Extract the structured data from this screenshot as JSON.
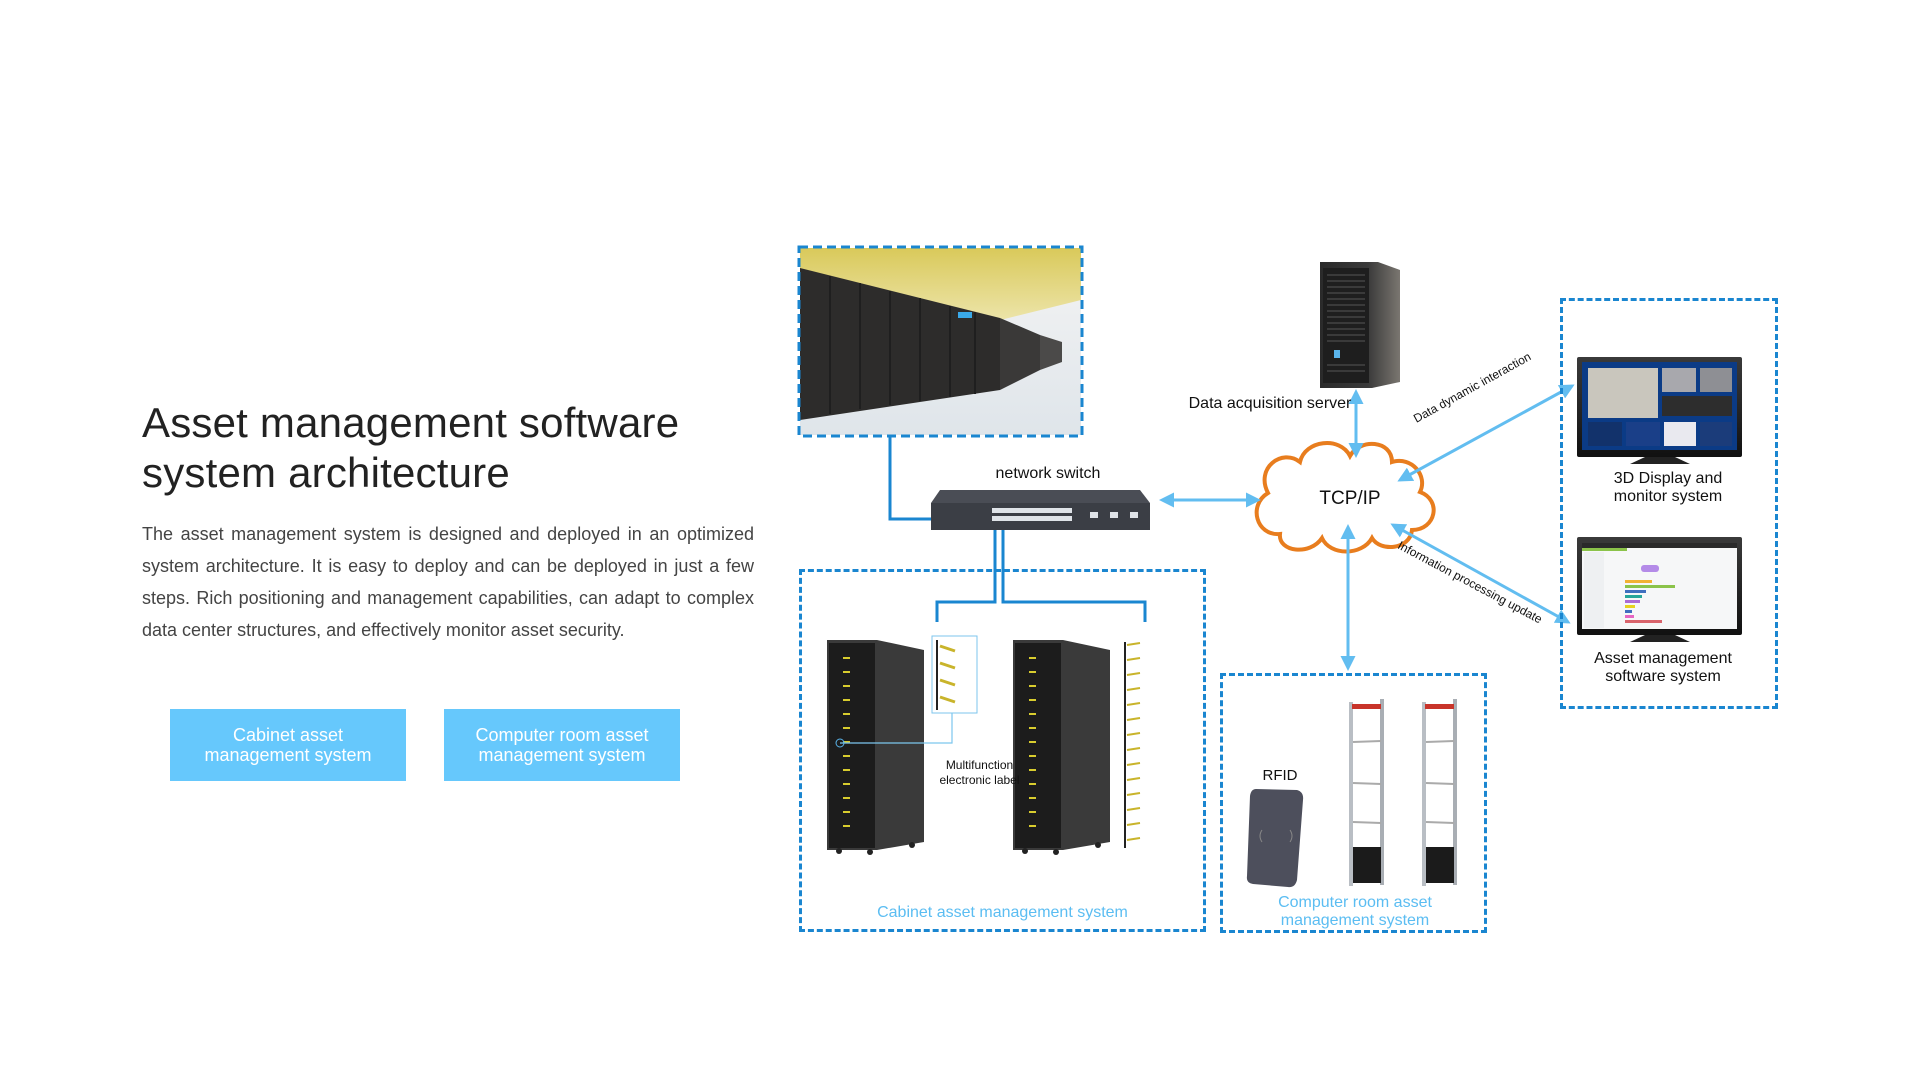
{
  "intro": {
    "title": "Asset management software system architecture",
    "description": "The asset management system is designed and deployed in an optimized system architecture. It is easy to deploy and can be deployed in just a few steps. Rich positioning and management capabilities, can adapt to complex data center structures, and effectively monitor asset security."
  },
  "buttons": {
    "cabinet": "Cabinet asset management system",
    "room": "Computer room asset management system"
  },
  "diagram": {
    "network_switch": "network switch",
    "server": "Data acquisition server",
    "cloud": "TCP/IP",
    "arrow_top_right": "Data dynamic interaction",
    "arrow_bottom_right": "Information processing update",
    "display_3d": "3D Display and monitor system",
    "asset_software": "Asset management software system",
    "electronic_label": "Multifunction electronic label",
    "cabinet_system": "Cabinet asset management system",
    "rfid": "RFID",
    "room_system": "Computer room asset management system"
  },
  "colors": {
    "accent": "#66c8fc",
    "dashed_border": "#1a86d0",
    "arrow": "#62bdf0",
    "cloud": "#e87d1e"
  }
}
